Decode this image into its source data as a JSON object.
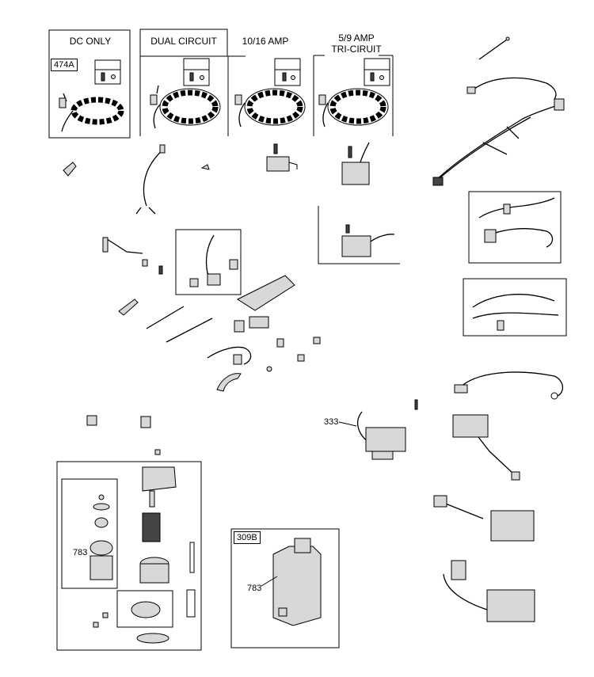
{
  "stator_panels": {
    "dc_only": "DC ONLY",
    "dual_circuit": "DUAL CIRCUIT",
    "amp_10_16": "10/16 AMP",
    "amp_5_9_line1": "5/9   AMP",
    "amp_5_9_line2": "TRI-CIRUIT"
  },
  "callouts": {
    "ref_474a": "474A",
    "ref_309b": "309B",
    "part_783_left": "783",
    "part_783_right": "783",
    "part_333": "333"
  },
  "colors": {
    "line": "#000000",
    "part_fill": "#d8d8d8",
    "background": "#ffffff"
  }
}
